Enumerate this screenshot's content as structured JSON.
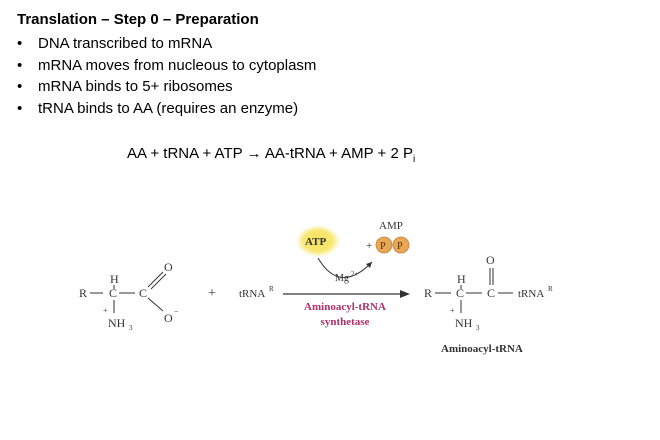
{
  "slide": {
    "title": "Translation – Step 0 – Preparation",
    "bullets": [
      "DNA transcribed to mRNA",
      "mRNA moves from nucleous to cytoplasm",
      "mRNA binds to 5+ ribosomes",
      "tRNA binds to AA (requires an enzyme)"
    ],
    "equation": {
      "main": "AA + tRNA + ATP → AA-tRNA + AMP + 2 P",
      "subscript": "i"
    }
  },
  "diagram": {
    "reactant_r": "R",
    "reactant_h": "H",
    "reactant_c1": "C",
    "reactant_c2": "C",
    "reactant_o_top": "O",
    "reactant_o_minus": "O",
    "reactant_nh3": "NH",
    "plus": "+",
    "trna": "tRNA",
    "trna_sup": "R",
    "atp": "ATP",
    "amp": "AMP",
    "amp_plus": "+",
    "phosphate_1": "P",
    "phosphate_2": "P",
    "mg": "Mg",
    "mg_sup": "2+",
    "enzyme_line1": "Aminoacyl-tRNA",
    "enzyme_line2": "synthetase",
    "product_r": "R",
    "product_h": "H",
    "product_c1": "C",
    "product_c2": "C",
    "product_o": "O",
    "product_trna": "tRNA",
    "product_trna_sup": "R",
    "product_nh3": "NH",
    "product_name": "Aminoacyl-tRNA",
    "colors": {
      "atp_glow": "#f3df55",
      "phosphate_fill": "#e8a657",
      "enzyme_text": "#b0306a",
      "arrow": "#333333"
    }
  }
}
